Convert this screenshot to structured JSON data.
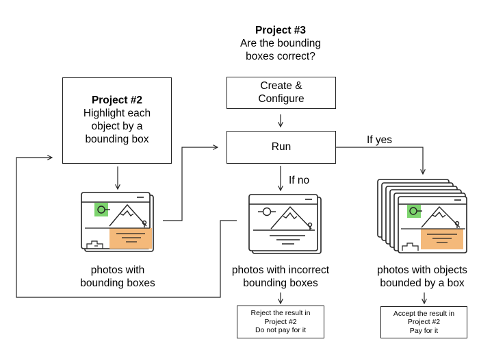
{
  "project3": {
    "title": "Project #3",
    "line1": "Are the bounding",
    "line2": "boxes correct?"
  },
  "project2": {
    "title": "Project #2",
    "line1": "Highlight each",
    "line2": "object by a",
    "line3": "bounding box"
  },
  "create_box": {
    "line1": "Create &",
    "line2": "Configure"
  },
  "run_box": {
    "label": "Run"
  },
  "branch": {
    "yes": "If yes",
    "no": "If no"
  },
  "captions": {
    "left": {
      "line1": "photos with",
      "line2": "bounding boxes"
    },
    "middle": {
      "line1": "photos with incorrect",
      "line2": "bounding boxes"
    },
    "right": {
      "line1": "photos with objects",
      "line2": "bounded by a box"
    }
  },
  "reject_box": {
    "line1": "Reject the result in",
    "line2": "Project #2",
    "line3": "Do not pay for it"
  },
  "accept_box": {
    "line1": "Accept the result in",
    "line2": "Project #2",
    "line3": "Pay for it"
  },
  "colors": {
    "highlight_green": "#7dd46e",
    "highlight_orange": "#f4b97a",
    "stroke": "#222222"
  }
}
